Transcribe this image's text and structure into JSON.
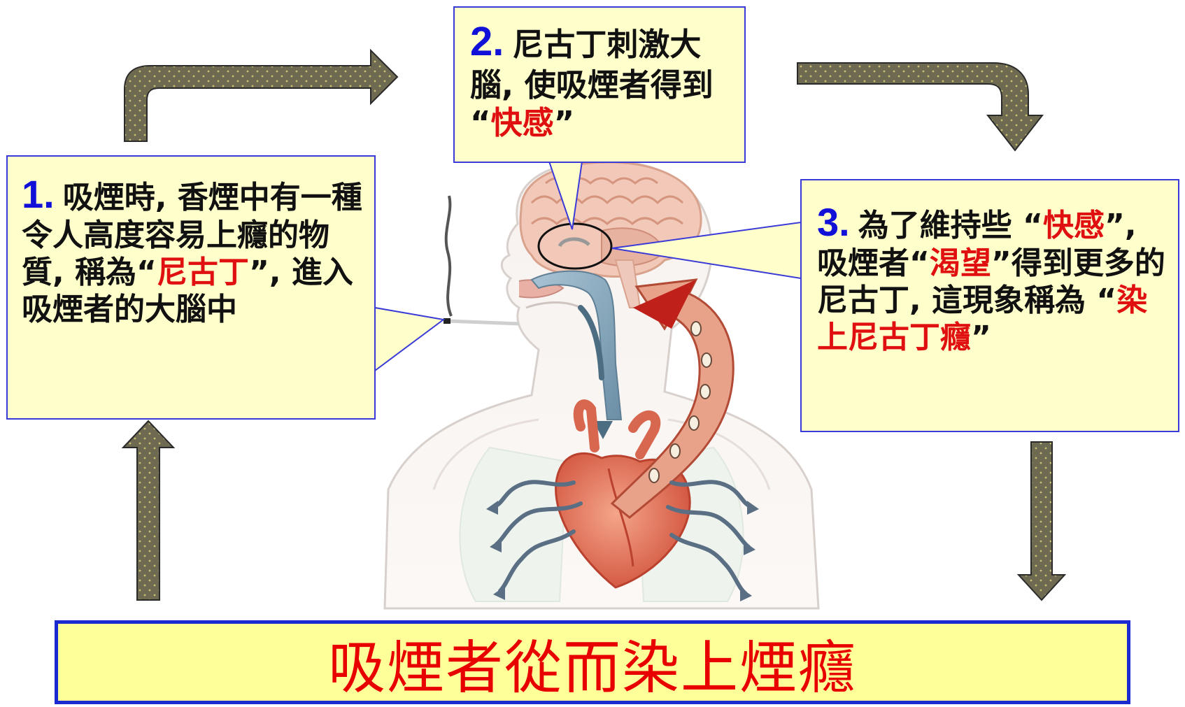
{
  "steps": [
    {
      "number": "1.",
      "parts": [
        {
          "text": "吸煙時, 香煙中有一種令人高度容易上癮的物質, 稱為“",
          "highlight": false
        },
        {
          "text": "尼古丁",
          "highlight": true
        },
        {
          "text": "”, 進入吸煙者的大腦中",
          "highlight": false
        }
      ]
    },
    {
      "number": "2.",
      "parts": [
        {
          "text": "尼古丁刺激大腦, 使吸煙者得到 “",
          "highlight": false
        },
        {
          "text": "快感",
          "highlight": true
        },
        {
          "text": "”",
          "highlight": false
        }
      ]
    },
    {
      "number": "3.",
      "parts": [
        {
          "text": "為了維持些 “",
          "highlight": false
        },
        {
          "text": "快感",
          "highlight": true
        },
        {
          "text": "”, 吸煙者“",
          "highlight": false
        },
        {
          "text": "渴望",
          "highlight": true
        },
        {
          "text": "”得到更多的尼古丁, 這現象稱為 “",
          "highlight": false
        },
        {
          "text": "染上尼古丁癮",
          "highlight": true
        },
        {
          "text": "”",
          "highlight": false
        }
      ]
    }
  ],
  "conclusion": "吸煙者從而染上煙癮",
  "colors": {
    "callout_fill": "#ffffcc",
    "callout_border": "#3a3ad8",
    "number": "#1010d8",
    "highlight": "#e01010",
    "banner_fill": "#ffff99",
    "banner_border": "#1a2ad0",
    "banner_text": "#e80000",
    "arrow_fill": "#6e6a52",
    "arrow_dots": "#c8c070"
  },
  "icons": [
    "cycle-arrow-icon",
    "human-anatomy-illustration",
    "brain-icon",
    "heart-icon",
    "cigarette-icon"
  ]
}
